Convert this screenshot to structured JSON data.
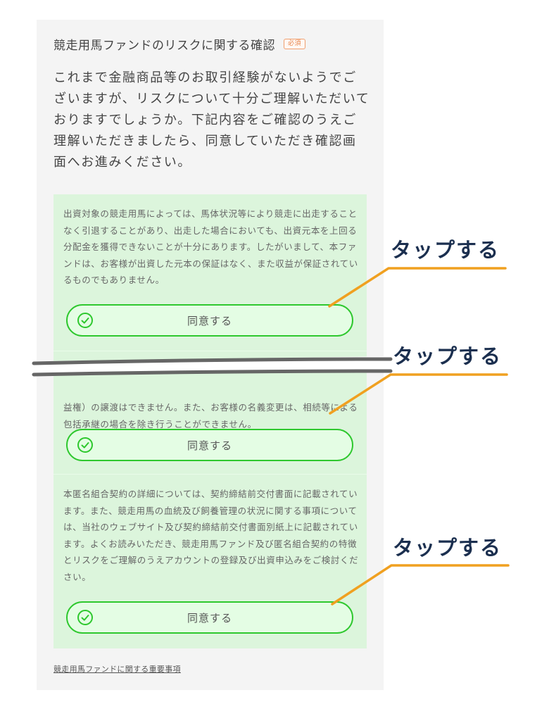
{
  "form": {
    "title": "競走用馬ファンドのリスクに関する確認",
    "required_badge": "必須",
    "intro": "これまで金融商品等のお取引経験がないようでございますが、リスクについて十分ご理解いただいておりますでしょうか。下記内容をご確認のうえご理解いただきましたら、同意していただき確認画面へお進みください。",
    "cards": [
      {
        "text": "出資対象の競走用馬によっては、馬体状況等により競走に出走することなく引退することがあり、出走した場合においても、出資元本を上回る分配金を獲得できないことが十分にあります。したがいまして、本ファンドは、お客様が出資した元本の保証はなく、また収益が保証されているものでもありません。",
        "button_label": "同意する"
      },
      {
        "text": "益権）の譲渡はできません。また、お客様の名義変更は、相続等による包括承継の場合を除き行うことができません。",
        "button_label": "同意する"
      },
      {
        "text": "本匿名組合契約の詳細については、契約締結前交付書面に記載されています。また、競走用馬の血統及び飼養管理の状況に関する事項については、当社のウェブサイト及び契約締結前交付書面別紙上に記載されています。よくお読みいただき、競走用馬ファンド及び匿名組合契約の特徴とリスクをご理解のうえアカウントの登録及び出資申込みをご検討ください。",
        "button_label": "同意する"
      }
    ],
    "footer_link": "競走用馬ファンドに関する重要事項"
  },
  "annotations": {
    "callouts": [
      "タップする",
      "タップする",
      "タップする"
    ],
    "callout_color": "#1b2f4f",
    "leader_color": "#f0a020",
    "accent_green": "#2ec82e"
  }
}
